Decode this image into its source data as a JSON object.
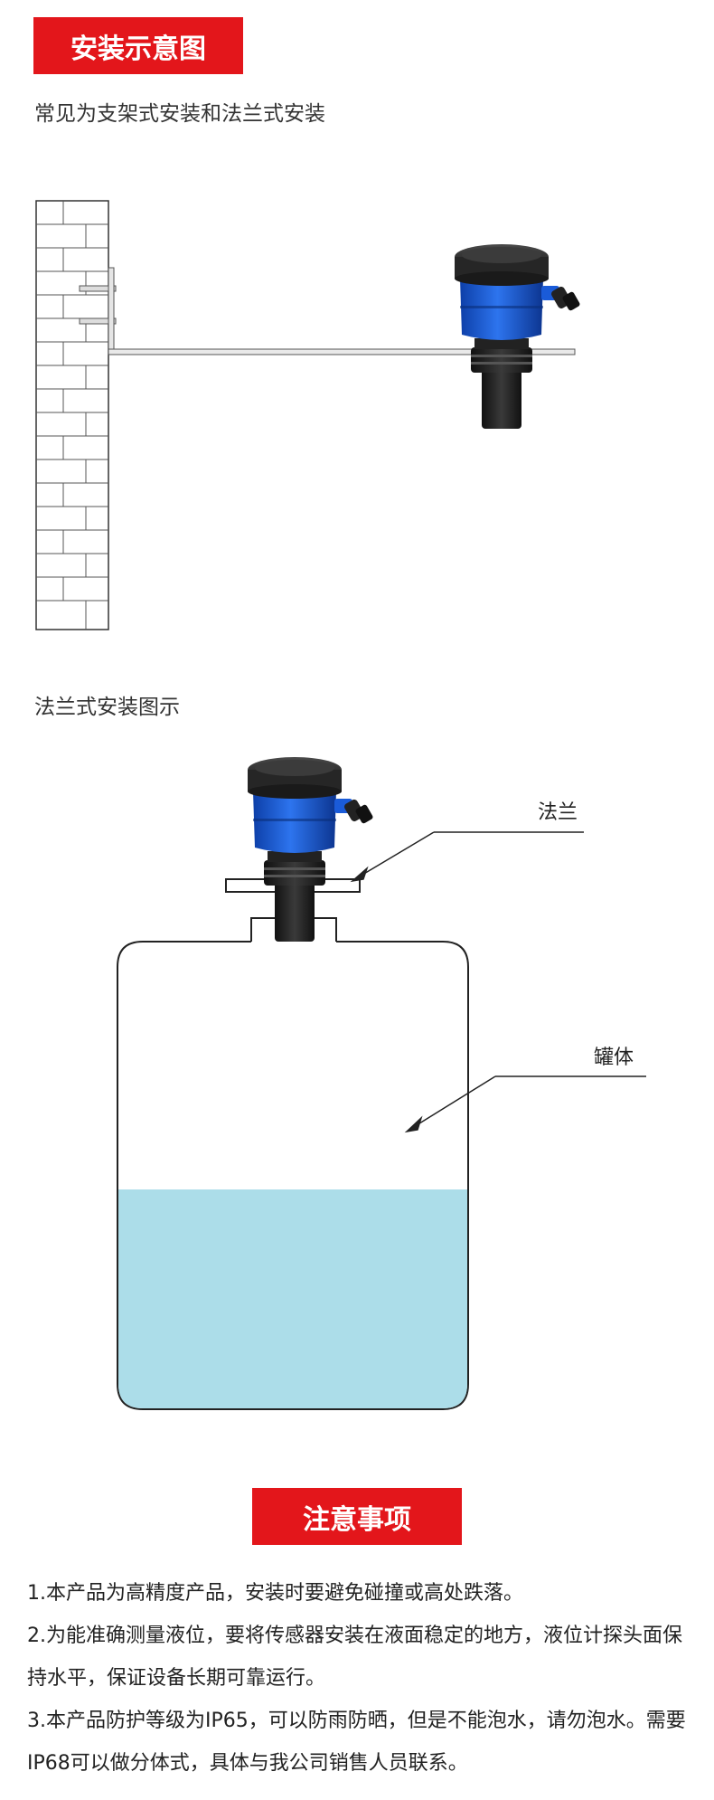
{
  "section1": {
    "title": "安装示意图",
    "caption": "常见为支架式安装和法兰式安装"
  },
  "section2": {
    "caption": "法兰式安装图示",
    "flange_label": "法兰",
    "tank_label": "罐体"
  },
  "section3": {
    "title": "注意事项",
    "notes": [
      "1.本产品为高精度产品，安装时要避免碰撞或高处跌落。",
      "2.为能准确测量液位，要将传感器安装在液面稳定的地方，液位计探头面保持水平，保证设备长期可靠运行。",
      "3.本产品防护等级为IP65，可以防雨防晒，但是不能泡水，请勿泡水。需要IP68可以做分体式，具体与我公司销售人员联系。"
    ]
  },
  "colors": {
    "accent": "#e3161b",
    "sensor_body": "#1a5bd8",
    "liquid": "#acdde9"
  }
}
